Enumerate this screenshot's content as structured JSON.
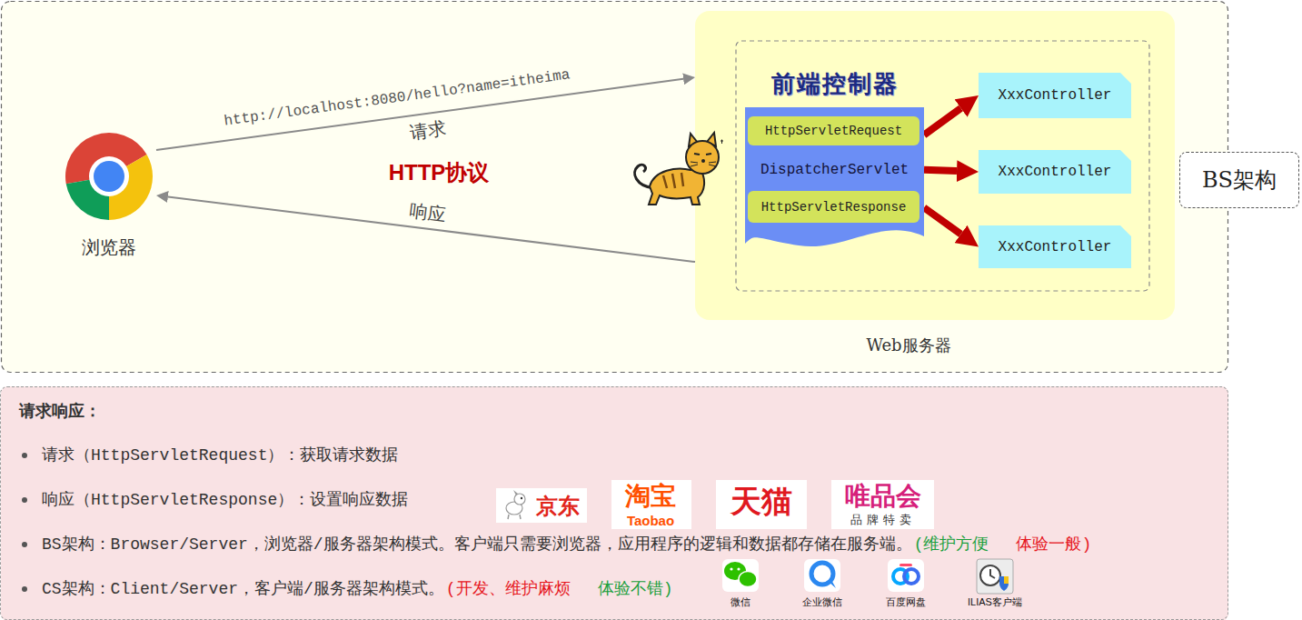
{
  "diagram": {
    "nodes": [
      {
        "text": [
          "浏览器"
        ]
      },
      {
        "text": [
          "Web服务器"
        ]
      },
      {
        "text": [
          "前端控制器",
          "DispatcherServlet"
        ],
        "in": 1
      },
      {
        "text": [
          "HttpServletRequest"
        ],
        "in": 2
      },
      {
        "text": [
          "HttpServletResponse"
        ],
        "in": 2
      },
      {
        "text": [
          "XxxController"
        ],
        "in": 1
      },
      {
        "text": [
          "XxxController"
        ],
        "in": 1
      },
      {
        "text": [
          "XxxController"
        ],
        "in": 1
      },
      {
        "text": [
          "BS架构"
        ]
      },
      {
        "text": [
          "请求响应：",
          "请求（HttpServletRequest）：获取请求数据",
          "响应（HttpServletResponse）：设置响应数据",
          "BS架构：Browser/Server，浏览器/服务器架构模式。客户端只需要浏览器，应用程序的逻辑和数据都存储在服务端。",
          "(维护方便",
          "体验一般)",
          "CS架构：Client/Server，客户端/服务器架构模式。",
          "(开发、维护麻烦",
          "体验不错)"
        ]
      }
    ],
    "edges": [
      {
        "from": 0,
        "to": 1,
        "label": "请求",
        "arrow": "to"
      },
      {
        "from": 1,
        "to": 0,
        "label": "响应",
        "arrow": "to"
      },
      {
        "from": 2,
        "to": 5,
        "arrow": "to"
      },
      {
        "from": 2,
        "to": 6,
        "arrow": "to"
      },
      {
        "from": 2,
        "to": 7,
        "arrow": "to"
      }
    ],
    "labels": [
      "http://localhost:8080/hello?name=itheima",
      "HTTP协议",
      "京东",
      "淘宝",
      "Taobao",
      "天猫",
      "唯品会",
      "品牌特卖",
      "微信",
      "企业微信",
      "百度网盘",
      "ILIAS客户端"
    ]
  }
}
